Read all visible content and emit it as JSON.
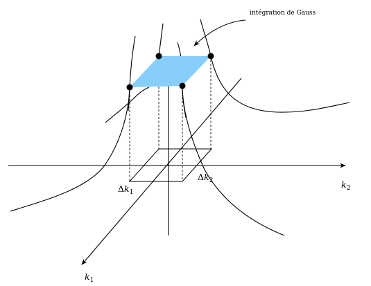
{
  "labels": {
    "annotation": "intégration de Gauss",
    "k1_axis": {
      "base": "k",
      "sub": "1"
    },
    "k2_axis": {
      "base": "k",
      "sub": "2"
    },
    "dk1": {
      "delta": "Δ",
      "base": "k",
      "sub": "1"
    },
    "dk2": {
      "delta": "Δ",
      "base": "k",
      "sub": "2"
    }
  },
  "colors": {
    "patch_fill": "#87CEFA",
    "stroke": "#000000",
    "background": "#ffffff"
  }
}
